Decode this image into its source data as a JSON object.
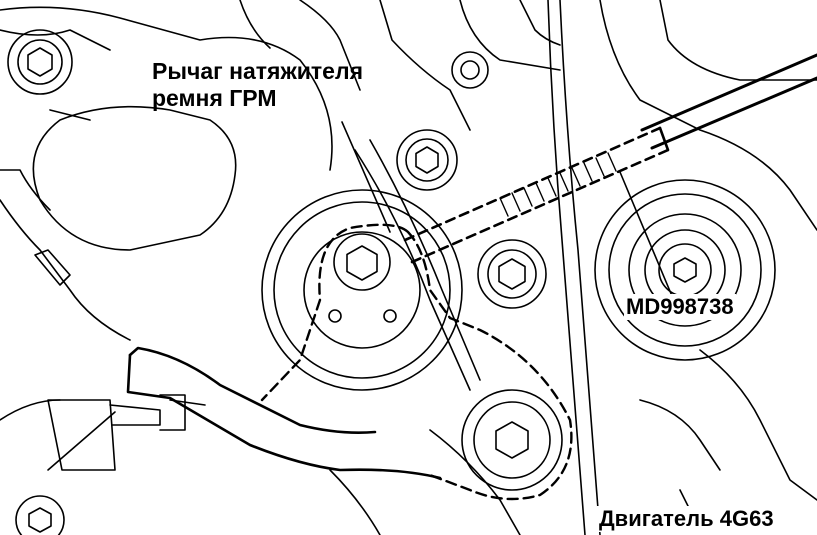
{
  "labels": {
    "tensioner_line1": "Рычаг натяжителя",
    "tensioner_line2": "ремня ГРМ",
    "tool": "MD998738",
    "engine": "Двигатель 4G63"
  },
  "colors": {
    "ink": "#000000",
    "paper": "#ffffff"
  }
}
